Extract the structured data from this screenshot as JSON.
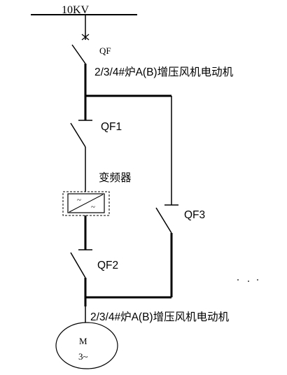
{
  "bus": {
    "label": "10KV"
  },
  "breakers": {
    "qf": "QF",
    "qf1": "QF1",
    "qf2": "QF2",
    "qf3": "QF3"
  },
  "vfd": {
    "label": "变频器",
    "symbol_glyph": "~"
  },
  "motor": {
    "line1": "M",
    "line2": "3~"
  },
  "captions": {
    "top": "2/3/4#炉A(B)增压风机电动机",
    "bottom": "2/3/4#炉A(B)增压风机电动机"
  }
}
